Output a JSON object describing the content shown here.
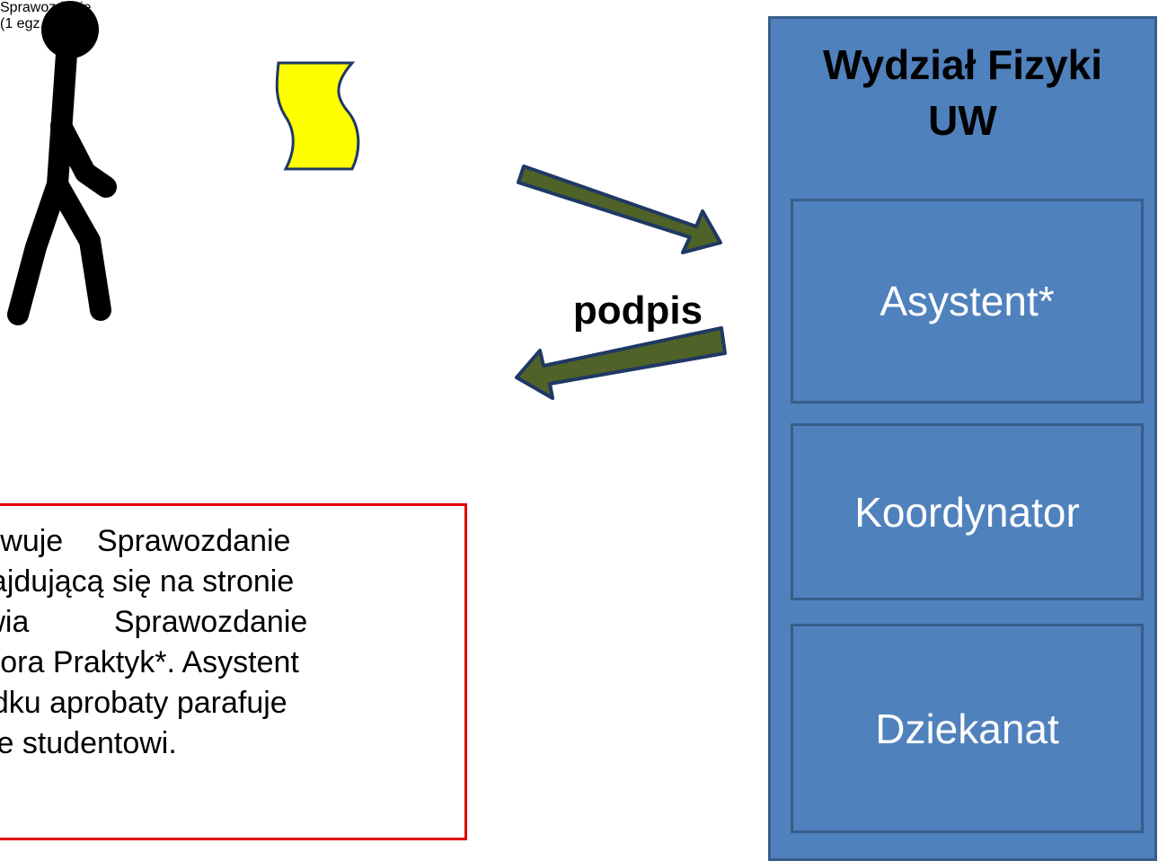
{
  "flow": {
    "document_label": "Sprawozdanie",
    "copies_label": "(1 egz.)",
    "return_label": "podpis"
  },
  "note": {
    "text": "otowuje    Sprawozdanie\nznajdującą się na stronie\ntawia          Sprawozdanie\nnatora Praktyk*. Asystent\nbadku aprobaty parafuje\nje je studentowi."
  },
  "faculty": {
    "title": "Wydział Fizyki\nUW",
    "units": [
      "Asystent*",
      "Koordynator",
      "Dziekanat"
    ]
  },
  "colors": {
    "panel_fill": "#4f81bd",
    "panel_border": "#385d8a",
    "arrow_fill": "#4f6228",
    "arrow_border": "#1f3864",
    "document_fill": "#ffff00",
    "note_border": "#e00000"
  }
}
